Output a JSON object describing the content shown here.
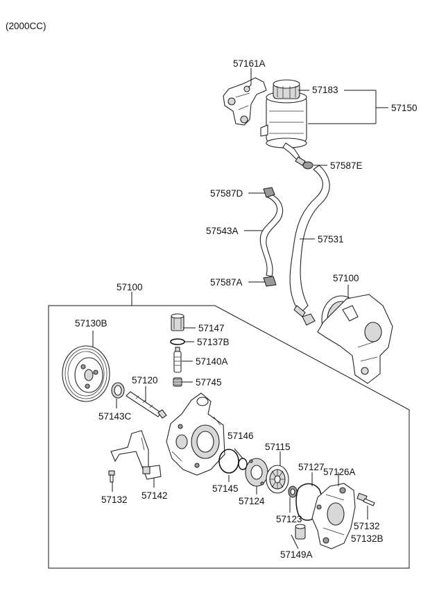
{
  "header": {
    "engine_note": "(2000CC)"
  },
  "labels": {
    "l_57161A": "57161A",
    "l_57183": "57183",
    "l_57150": "57150",
    "l_57587E": "57587E",
    "l_57587D": "57587D",
    "l_57543A": "57543A",
    "l_57531": "57531",
    "l_57587A": "57587A",
    "l_57100_top": "57100",
    "l_57100_pump": "57100",
    "l_57130B": "57130B",
    "l_57147": "57147",
    "l_57137B": "57137B",
    "l_57140A": "57140A",
    "l_57745": "57745",
    "l_57120": "57120",
    "l_57143C": "57143C",
    "l_57146": "57146",
    "l_57115": "57115",
    "l_57127": "57127",
    "l_57126A": "57126A",
    "l_57145": "57145",
    "l_57124": "57124",
    "l_57123": "57123",
    "l_57132_left": "57132",
    "l_57142": "57142",
    "l_57132_right": "57132",
    "l_57132B": "57132B",
    "l_57149A": "57149A"
  }
}
